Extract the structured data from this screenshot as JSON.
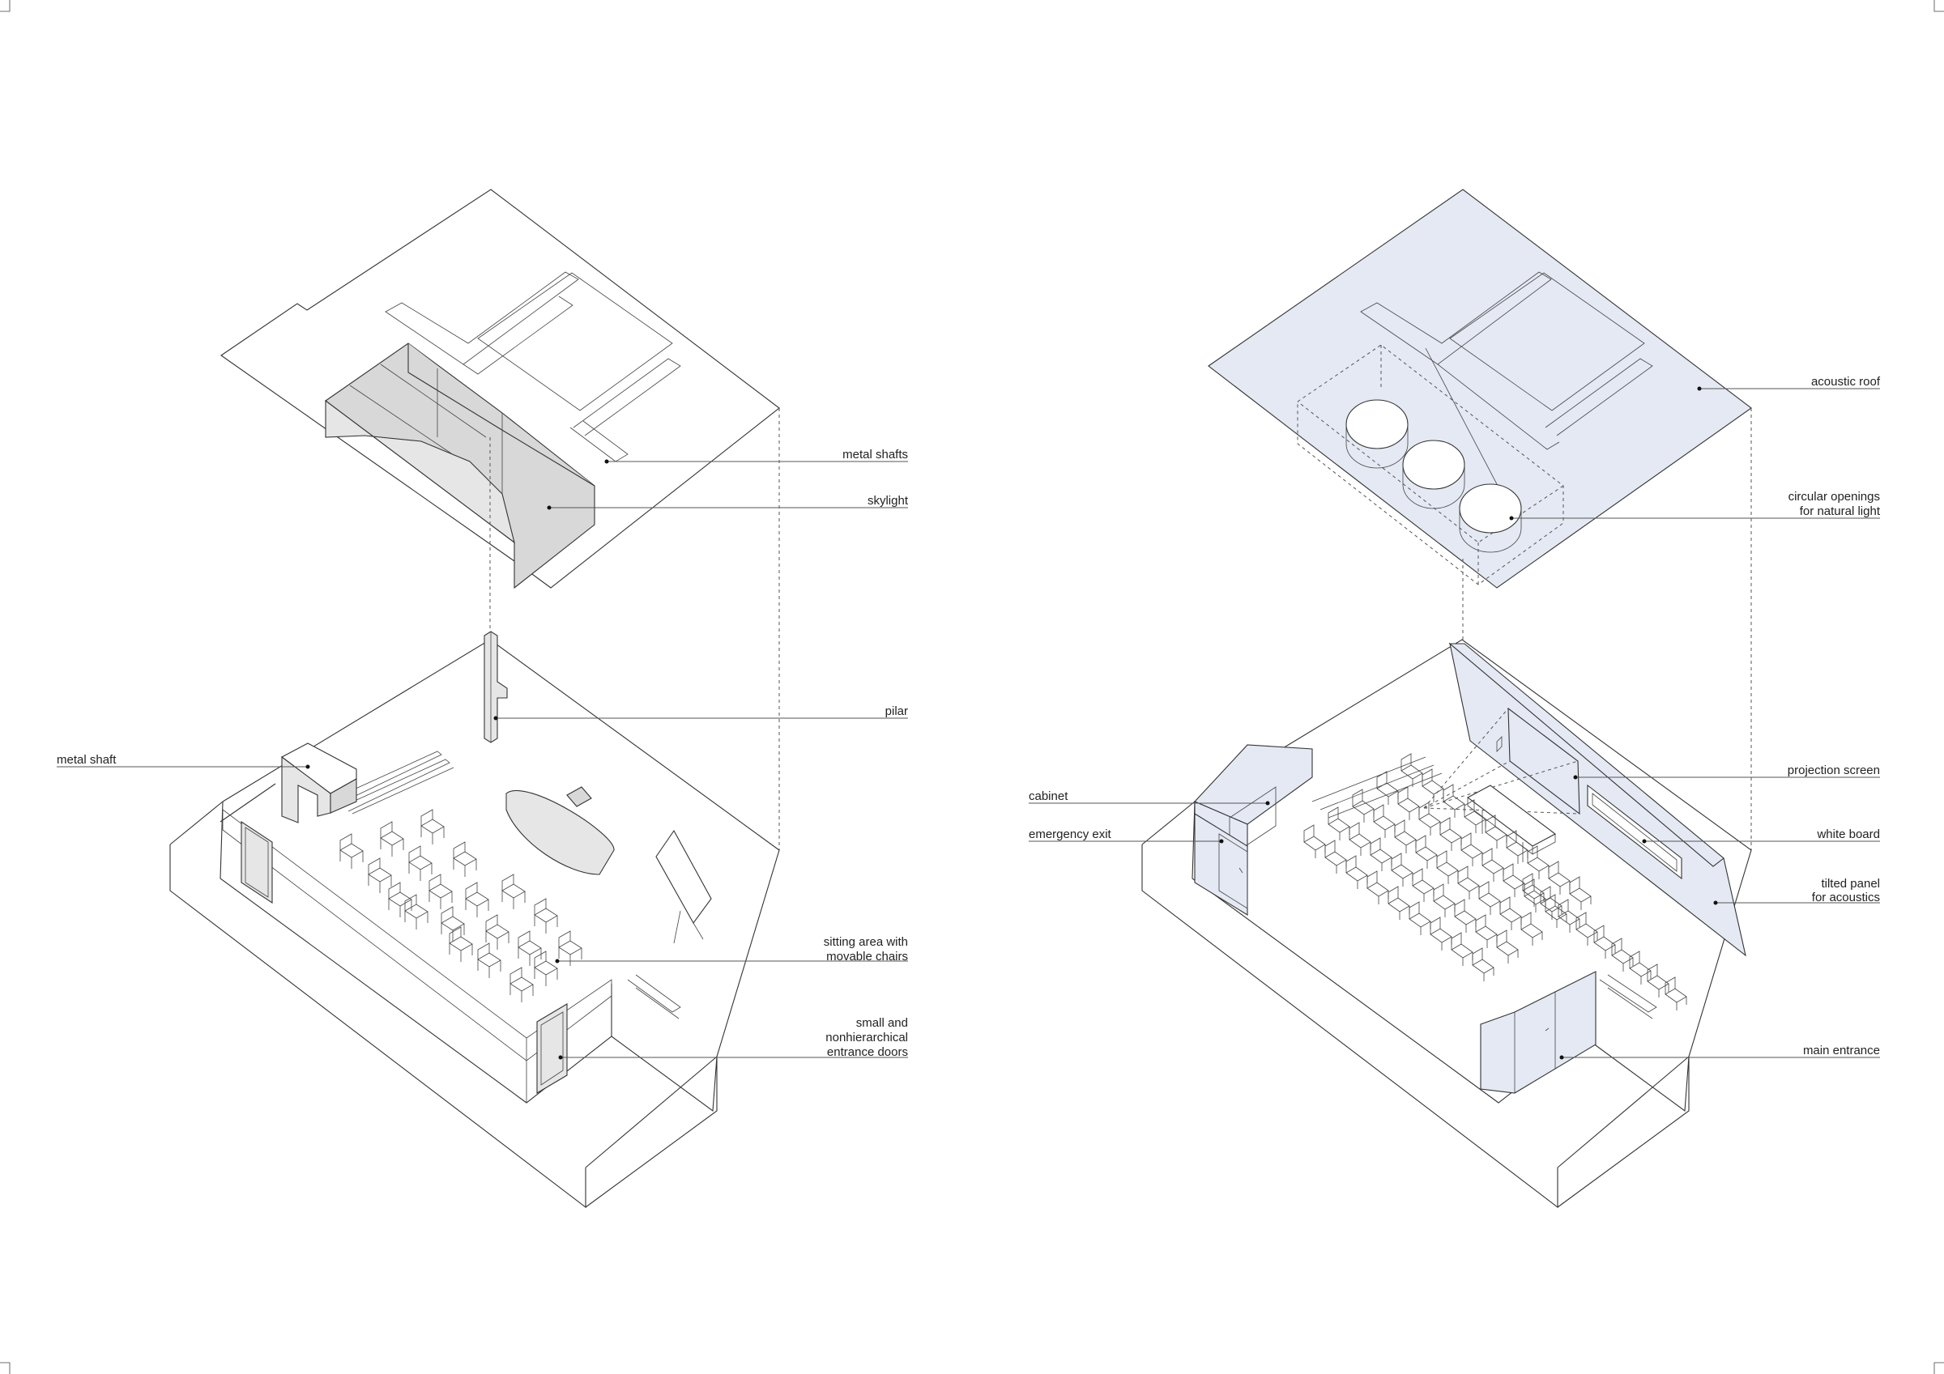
{
  "left_axonometric": {
    "labels": {
      "metal_shafts": "metal shafts",
      "skylight": "skylight",
      "pilar": "pilar",
      "metal_shaft": "metal shaft",
      "sitting_area_1": "sitting area with",
      "sitting_area_2": "movable chairs",
      "doors_1": "small and",
      "doors_2": "nonhierarchical",
      "doors_3": "entrance doors"
    }
  },
  "right_axonometric": {
    "labels": {
      "acoustic_roof": "acoustic roof",
      "circular_1": "circular openings",
      "circular_2": "for natural light",
      "projection_screen": "projection screen",
      "cabinet": "cabinet",
      "emergency_exit": "emergency exit",
      "white_board": "white board",
      "tilted_1": "tilted panel",
      "tilted_2": "for acoustics",
      "main_entrance": "main entrance"
    }
  },
  "colors": {
    "acoustic_fill": "#e4e9f3",
    "skylight_fill": "#e6e6e6",
    "line": "#333333"
  }
}
